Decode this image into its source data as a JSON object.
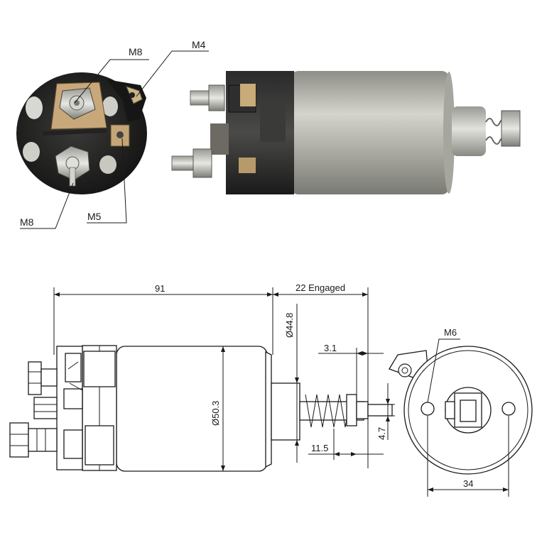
{
  "photo_labels": {
    "m8_top": "M8",
    "m4": "M4",
    "m8_bottom": "M8",
    "m5": "M5"
  },
  "dimensions": {
    "length": "91",
    "engaged": "22 Engaged",
    "diameter_plunger": "Ø44.8",
    "diameter_body": "Ø50.3",
    "gap": "3.1",
    "spring": "11.5",
    "offset": "4.7",
    "bolt_spacing": "34",
    "bolt_thread": "M6"
  },
  "colors": {
    "line": "#1a1a1a",
    "body_metal": "#b8b8b0",
    "housing_dark": "#1e1e1e",
    "copper": "#b89a6a"
  }
}
